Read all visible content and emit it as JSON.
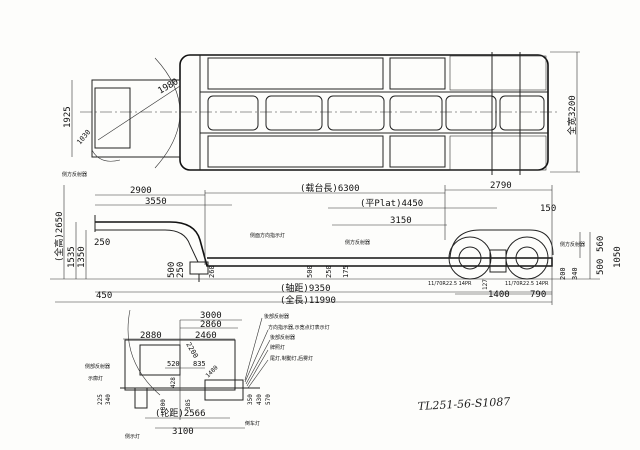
{
  "drawing_id": "TL251-56-S1087",
  "top_view": {
    "dims": {
      "width_total": "全宽3200",
      "front_width": "1925",
      "swing_radius": "1980",
      "front_radius": "1030"
    }
  },
  "side_view": {
    "dims": {
      "gooseneck_length": "2900",
      "kingpin_to_step": "3550",
      "deck_length": "(载台長)6300",
      "rear_overhang": "2790",
      "platform": "(平Plat)4450",
      "reflector_span": "3150",
      "rear_offset": "150",
      "height_total": "(全高)2650",
      "h1535": "1535",
      "h1350": "1350",
      "h250": "250",
      "h500_front": "500",
      "h250_front": "250",
      "h260": "260",
      "h500_mid": "500",
      "h250_mid": "250",
      "h175": "175",
      "h560": "560",
      "h1050": "1050",
      "h500_rear": "500",
      "h200": "200",
      "h340": "340",
      "front_450": "450",
      "wheelbase": "(轴距)9350",
      "length_total": "(全長)11990",
      "axle_spacing": "1400",
      "rear_790": "790",
      "h127": "127"
    },
    "labels": {
      "front_reflector": "侧方反射器",
      "side_marker_front": "侧面方向指示灯",
      "side_reflector_mid": "侧方反射器",
      "rear_side_reflector": "侧方反射器",
      "tire_left": "11/70R22.5 14PR",
      "tire_right": "11/70R22.5 14PR"
    }
  },
  "rear_view": {
    "dims": {
      "d3000": "3000",
      "d2860": "2860",
      "d2880": "2880",
      "d2460": "2460",
      "d2200": "2200",
      "d520": "520",
      "d835": "835",
      "d1480": "1480",
      "d428": "428",
      "d225": "225",
      "d340": "340",
      "d300": "300",
      "d385": "385",
      "d350": "350",
      "d430": "430",
      "d570": "570",
      "track": "(轮距)2566",
      "d3100": "3100"
    },
    "labels": {
      "rear_reflector": "後部反射器",
      "turn_brake_lamp": "方向指示器,示宽点灯表示灯",
      "rear_reflector_2": "後部反射器",
      "plate_lamp": "牌照灯",
      "tail_lamps": "尾灯,制動灯,后雾灯",
      "side_reflector": "侧部反射器",
      "clearance_lamp": "示廓灯",
      "backup_lamp": "倒车灯",
      "side_lamp": "侧示灯"
    }
  }
}
